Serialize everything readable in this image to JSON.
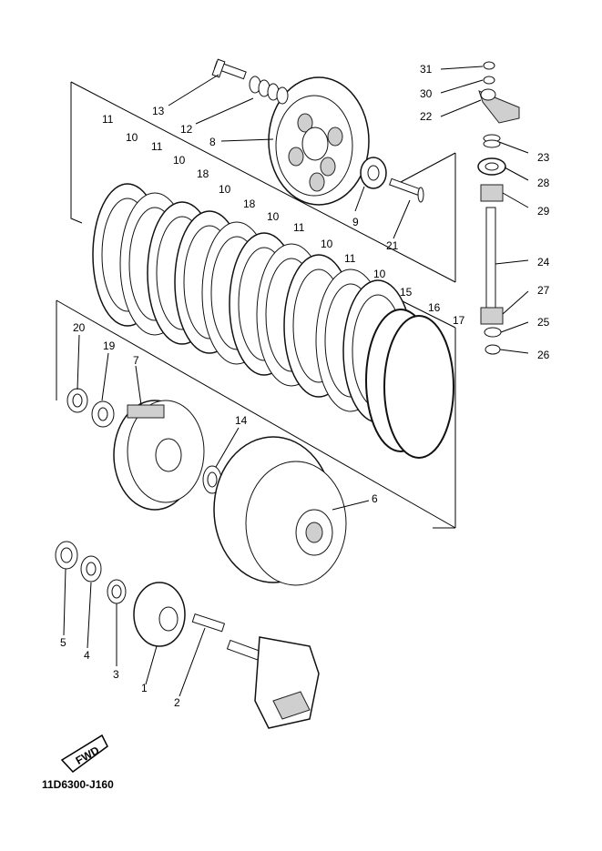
{
  "diagram": {
    "code": "11D6300-J160",
    "fwd_label": "FWD",
    "callouts": [
      {
        "id": "c1",
        "text": "1"
      },
      {
        "id": "c2",
        "text": "2"
      },
      {
        "id": "c3",
        "text": "3"
      },
      {
        "id": "c4",
        "text": "4"
      },
      {
        "id": "c5",
        "text": "5"
      },
      {
        "id": "c6",
        "text": "6"
      },
      {
        "id": "c7",
        "text": "7"
      },
      {
        "id": "c8",
        "text": "8"
      },
      {
        "id": "c9",
        "text": "9"
      },
      {
        "id": "c10a",
        "text": "10"
      },
      {
        "id": "c10b",
        "text": "10"
      },
      {
        "id": "c10c",
        "text": "10"
      },
      {
        "id": "c10d",
        "text": "10"
      },
      {
        "id": "c10e",
        "text": "10"
      },
      {
        "id": "c10f",
        "text": "10"
      },
      {
        "id": "c11a",
        "text": "11"
      },
      {
        "id": "c11b",
        "text": "11"
      },
      {
        "id": "c11c",
        "text": "11"
      },
      {
        "id": "c11d",
        "text": "11"
      },
      {
        "id": "c12",
        "text": "12"
      },
      {
        "id": "c13",
        "text": "13"
      },
      {
        "id": "c14",
        "text": "14"
      },
      {
        "id": "c15",
        "text": "15"
      },
      {
        "id": "c16",
        "text": "16"
      },
      {
        "id": "c17",
        "text": "17"
      },
      {
        "id": "c18a",
        "text": "18"
      },
      {
        "id": "c18b",
        "text": "18"
      },
      {
        "id": "c19",
        "text": "19"
      },
      {
        "id": "c20",
        "text": "20"
      },
      {
        "id": "c21",
        "text": "21"
      },
      {
        "id": "c22",
        "text": "22"
      },
      {
        "id": "c23",
        "text": "23"
      },
      {
        "id": "c24",
        "text": "24"
      },
      {
        "id": "c25",
        "text": "25"
      },
      {
        "id": "c26",
        "text": "26"
      },
      {
        "id": "c27",
        "text": "27"
      },
      {
        "id": "c28",
        "text": "28"
      },
      {
        "id": "c29",
        "text": "29"
      },
      {
        "id": "c30",
        "text": "30"
      },
      {
        "id": "c31",
        "text": "31"
      }
    ]
  }
}
